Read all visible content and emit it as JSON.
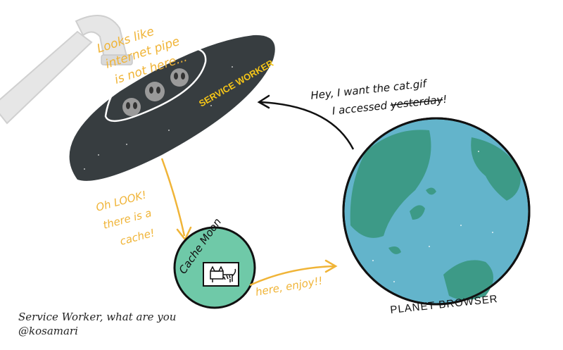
{
  "labels": {
    "pipe_note": [
      "Looks like",
      "internet pipe",
      "is not here..."
    ],
    "ufo_label": "SERVICE WORKER",
    "request_line1": "Hey, I want the cat.gif",
    "request_line2_prefix": "I accessed ",
    "request_line2_struck": "yesterday",
    "request_line2_suffix": "!",
    "cache_note": [
      "Oh LOOK!",
      "there is a",
      "cache!"
    ],
    "cache_moon": "Cache Moon",
    "response_note": "here, enjoy!!",
    "planet_label": "PLANET BROWSER"
  },
  "caption": {
    "title": "Service Worker, what are you",
    "author": "@kosamari"
  },
  "colors": {
    "ufo_body": "#373d40",
    "ufo_glow": "#f5c518",
    "annotation": "#f0b437",
    "moon": "#6fc9a8",
    "ocean": "#63b4cb",
    "land": "#3d9a87",
    "pipe": "#e5e5e5",
    "ink": "#111111"
  }
}
